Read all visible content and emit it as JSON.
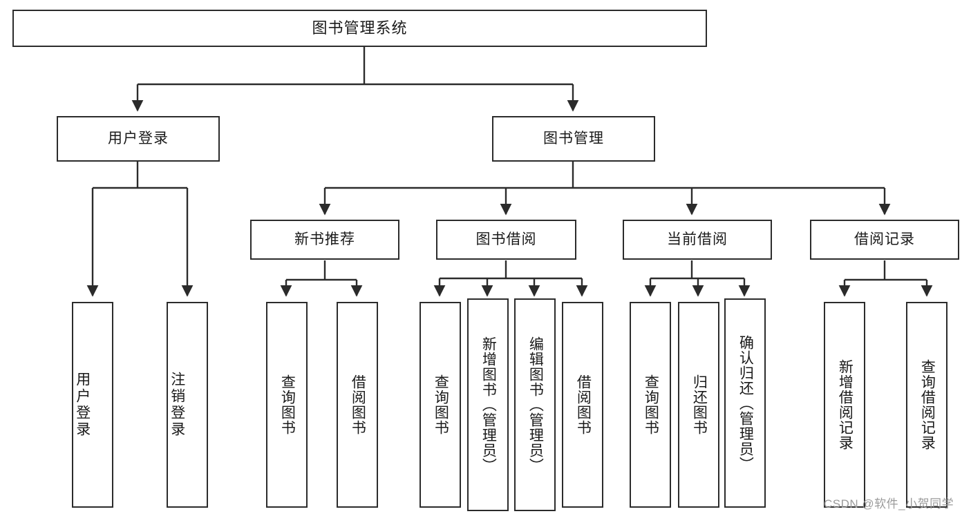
{
  "diagram": {
    "type": "tree",
    "title": "图书管理系统",
    "root": {
      "label": "图书管理系统"
    },
    "level2": [
      {
        "label": "用户登录"
      },
      {
        "label": "图书管理"
      }
    ],
    "level3": [
      {
        "label": "新书推荐"
      },
      {
        "label": "图书借阅"
      },
      {
        "label": "当前借阅"
      },
      {
        "label": "借阅记录"
      }
    ],
    "leaves_user_login": [
      {
        "label": "用户登录"
      },
      {
        "label": "注销登录"
      }
    ],
    "leaves_new_book": [
      {
        "label": "查询图书"
      },
      {
        "label": "借阅图书"
      }
    ],
    "leaves_borrow": [
      {
        "label": "查询图书"
      },
      {
        "label": "新增图书（管理员）"
      },
      {
        "label": "编辑图书（管理员）"
      },
      {
        "label": "借阅图书"
      }
    ],
    "leaves_current": [
      {
        "label": "查询图书"
      },
      {
        "label": "归还图书"
      },
      {
        "label": "确认归还（管理员）"
      }
    ],
    "leaves_record": [
      {
        "label": "新增借阅记录"
      },
      {
        "label": "查询借阅记录"
      }
    ]
  },
  "watermark": {
    "text": "CSDN @软件_小贺同学"
  },
  "colors": {
    "stroke": "#2b2b2b",
    "background": "#ffffff",
    "text": "#1a1a1a",
    "watermark": "#9b9b9b"
  }
}
